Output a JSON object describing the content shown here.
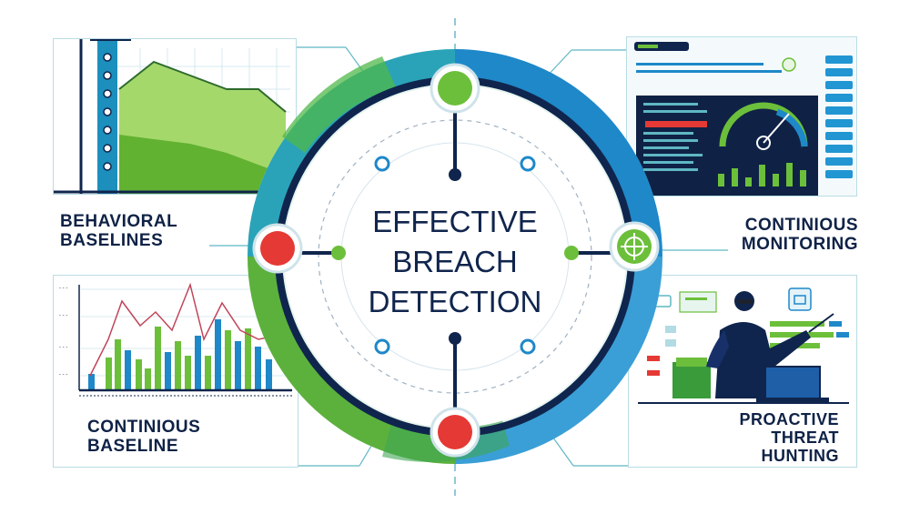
{
  "center": {
    "line1": "EFFECTIVE",
    "line2": "BREACH",
    "line3": "DETECTION"
  },
  "labels": {
    "behavioral_baselines": [
      "BEHAVIORAL",
      "BASELINES"
    ],
    "continious_monitoring": [
      "CONTINIOUS",
      "MONITORING"
    ],
    "continious_baseline": [
      "CONTINIOUS",
      "BASELINE"
    ],
    "proactive_threat_hunting": [
      "PROACTIVE",
      "THREAT",
      "HUNTING"
    ]
  },
  "colors": {
    "navy": "#10254d",
    "blue": "#1e88c9",
    "green": "#6cbf3a",
    "red": "#e53935",
    "teal_line": "#5fb7c4"
  },
  "icons": [
    "gauge-icon",
    "target-icon",
    "analyst-figure",
    "laptop-icon"
  ]
}
